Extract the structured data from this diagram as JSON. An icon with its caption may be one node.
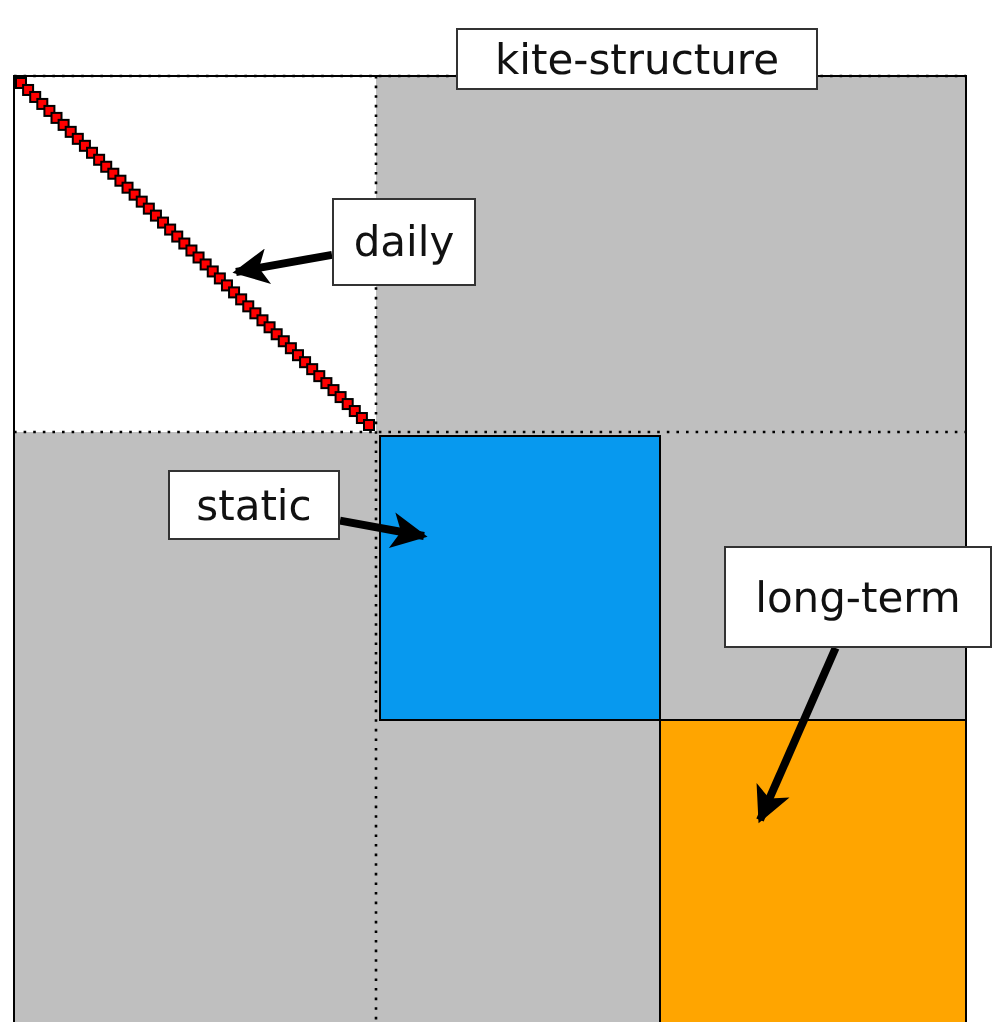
{
  "diagram": {
    "nodes": [
      {
        "text": [
          "kite-structure"
        ]
      },
      {
        "text": [
          "daily"
        ]
      },
      {
        "text": [
          "static"
        ]
      },
      {
        "text": [
          "long-term"
        ]
      },
      {
        "text": [],
        "shape": "line"
      },
      {
        "text": [],
        "shape": "box"
      },
      {
        "text": [],
        "shape": "box"
      }
    ],
    "edges": [
      {
        "from": 1,
        "to": 4,
        "arrow": "to"
      },
      {
        "from": 2,
        "to": 5,
        "arrow": "to"
      },
      {
        "from": 3,
        "to": 6,
        "arrow": "to"
      }
    ]
  }
}
